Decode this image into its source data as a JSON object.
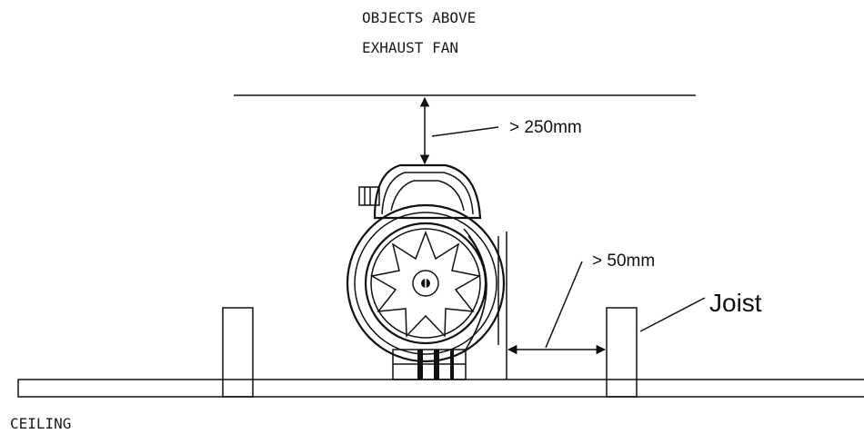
{
  "labels": {
    "objects_above_line1": "OBJECTS ABOVE",
    "objects_above_line2": "EXHAUST FAN",
    "clearance_top": "> 250mm",
    "clearance_side": "> 50mm",
    "joist": "Joist",
    "ceiling": "CEILING"
  },
  "icons": {
    "fan": "inline-duct-fan-icon"
  },
  "colors": {
    "line": "#111111",
    "background": "#ffffff"
  }
}
